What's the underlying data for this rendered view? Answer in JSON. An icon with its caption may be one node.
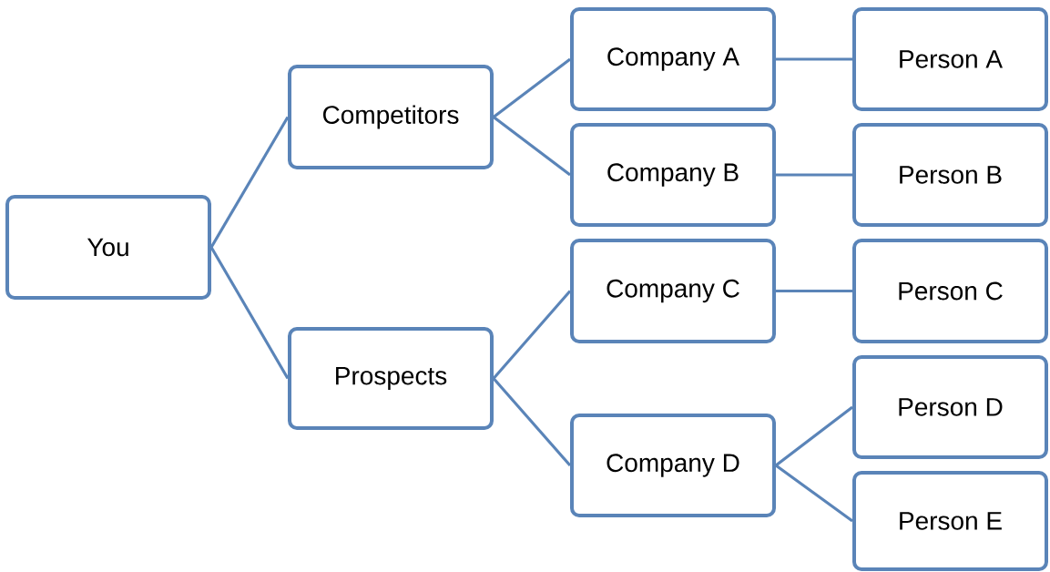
{
  "diagram": {
    "nodes": [
      {
        "text": [
          "You"
        ]
      },
      {
        "text": [
          "Competitors"
        ]
      },
      {
        "text": [
          "Prospects"
        ]
      },
      {
        "text": [
          "Company A"
        ]
      },
      {
        "text": [
          "Company B"
        ]
      },
      {
        "text": [
          "Company C"
        ]
      },
      {
        "text": [
          "Company D"
        ]
      },
      {
        "text": [
          "Person A"
        ]
      },
      {
        "text": [
          "Person B"
        ]
      },
      {
        "text": [
          "Person C"
        ]
      },
      {
        "text": [
          "Person D"
        ]
      },
      {
        "text": [
          "Person E"
        ]
      }
    ],
    "edges": [
      {
        "from": 0,
        "to": 1,
        "arrow": "none"
      },
      {
        "from": 0,
        "to": 2,
        "arrow": "none"
      },
      {
        "from": 1,
        "to": 3,
        "arrow": "none"
      },
      {
        "from": 1,
        "to": 4,
        "arrow": "none"
      },
      {
        "from": 2,
        "to": 5,
        "arrow": "none"
      },
      {
        "from": 2,
        "to": 6,
        "arrow": "none"
      },
      {
        "from": 3,
        "to": 7,
        "arrow": "none"
      },
      {
        "from": 4,
        "to": 8,
        "arrow": "none"
      },
      {
        "from": 5,
        "to": 9,
        "arrow": "none"
      },
      {
        "from": 6,
        "to": 10,
        "arrow": "none"
      },
      {
        "from": 6,
        "to": 11,
        "arrow": "none"
      }
    ]
  }
}
